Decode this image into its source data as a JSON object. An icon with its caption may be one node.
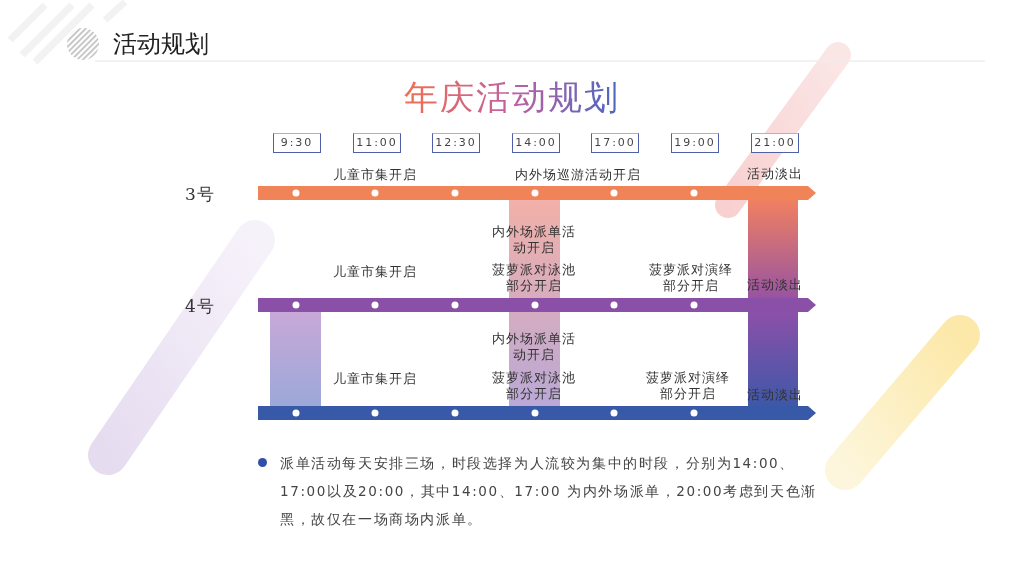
{
  "diagram": {
    "title": "年庆活动规划",
    "nodes": [
      {
        "text": [
          "9:30"
        ]
      },
      {
        "text": [
          "11:00"
        ]
      },
      {
        "text": [
          "12:30"
        ]
      },
      {
        "text": [
          "14:00"
        ]
      },
      {
        "text": [
          "17:00"
        ]
      },
      {
        "text": [
          "19:00"
        ]
      },
      {
        "text": [
          "21:00"
        ]
      }
    ],
    "labels": [
      "活动规划",
      "儿童市集开启",
      "内外场巡游活动开启",
      "活动淡出",
      "3号",
      "内外场派单活动开启",
      "儿童市集开启",
      "菠萝派对泳池部分开启",
      "菠萝派对演绎部分开启",
      "活动淡出",
      "4号",
      "内外场派单活动开启",
      "儿童市集开启",
      "菠萝派对泳池部分开启",
      "菠萝派对演绎部分开启",
      "活动淡出",
      "派单活动每天安排三场，时段选择为人流较为集中的时段，分别为14:00、17:00以及20:00，其中14:00、17:00 为内外场派单，20:00考虑到天色渐黑，故仅在一场商场内派单。"
    ]
  }
}
